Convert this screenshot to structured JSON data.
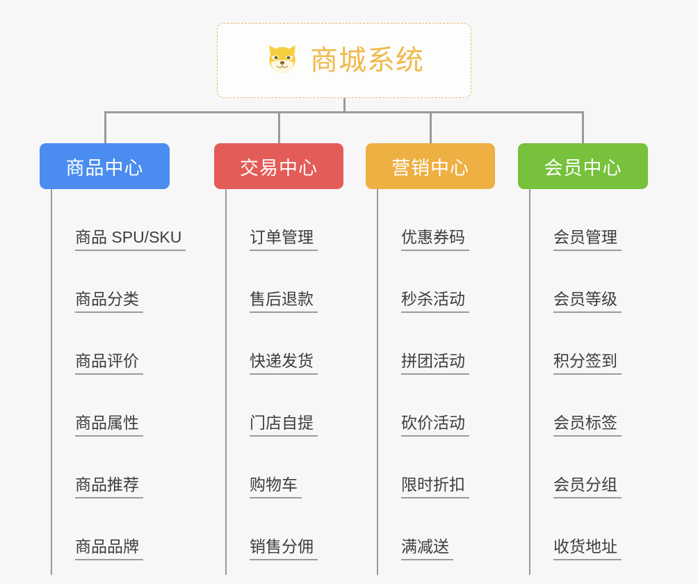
{
  "background_color": "#f7f7f7",
  "root": {
    "title": "商城系统",
    "icon": "shiba-dog-face-icon",
    "text_color": "#f0b94a",
    "border_color": "#e8b96a"
  },
  "categories": [
    {
      "label": "商品中心",
      "color": "#4a8cf0",
      "items": [
        "商品 SPU/SKU",
        "商品分类",
        "商品评价",
        "商品属性",
        "商品推荐",
        "商品品牌"
      ]
    },
    {
      "label": "交易中心",
      "color": "#e45c58",
      "items": [
        "订单管理",
        "售后退款",
        "快递发货",
        "门店自提",
        "购物车",
        "销售分佣"
      ]
    },
    {
      "label": "营销中心",
      "color": "#eeaf43",
      "items": [
        "优惠券码",
        "秒杀活动",
        "拼团活动",
        "砍价活动",
        "限时折扣",
        "满减送"
      ]
    },
    {
      "label": "会员中心",
      "color": "#77c13c",
      "items": [
        "会员管理",
        "会员等级",
        "积分签到",
        "会员标签",
        "会员分组",
        "收货地址"
      ]
    }
  ]
}
